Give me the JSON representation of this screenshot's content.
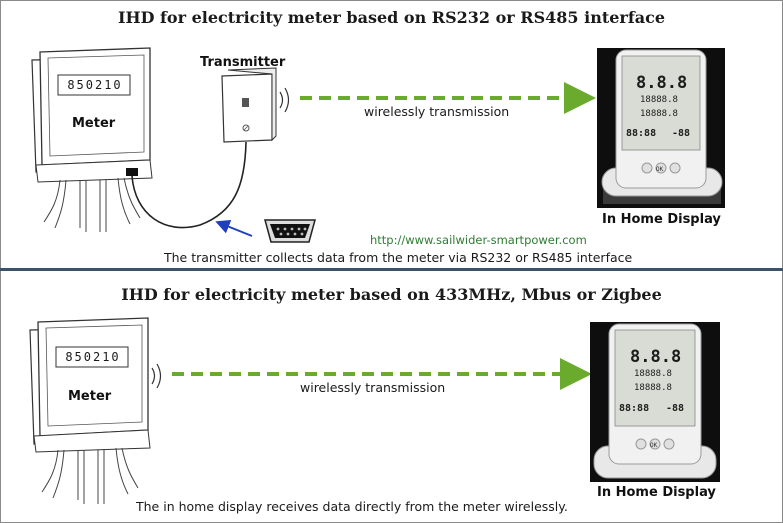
{
  "top_section": {
    "title": "IHD for electricity meter based on RS232 or RS485 interface",
    "meter_reading": "850210",
    "meter_label": "Meter",
    "transmitter_label": "Transmitter",
    "wireless_label": "wirelessly transmission",
    "display_label": "In Home Display",
    "url": "http://www.sailwider-smartpower.com",
    "caption": "The transmitter collects data from the meter via RS232 or RS485 interface"
  },
  "bottom_section": {
    "title": "IHD for electricity meter based on 433MHz, Mbus or Zigbee",
    "meter_reading": "850210",
    "meter_label": "Meter",
    "wireless_label": "wirelessly transmission",
    "display_label": "In Home Display",
    "caption": "The in home display receives data directly from the meter wirelessly."
  },
  "display_screen": {
    "main_digits": "8.8.8",
    "row_digits": "18888.8",
    "time_digits": "88:88",
    "temp_digits": "-88",
    "button_label": "OK"
  },
  "colors": {
    "arrow": "#6aab2e",
    "divider": "#3d5168",
    "cable_arrow": "#1f3fbf",
    "url": "#2e7d32"
  }
}
